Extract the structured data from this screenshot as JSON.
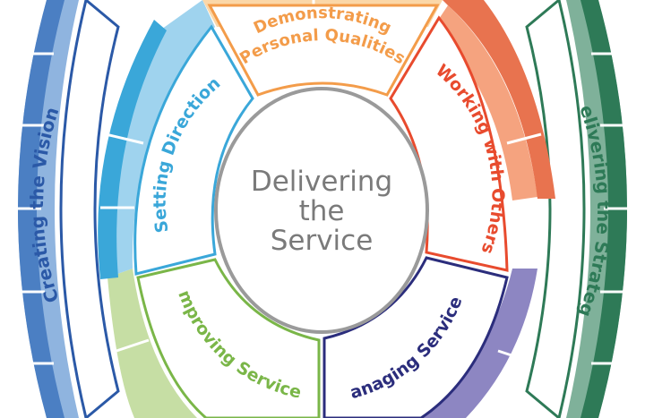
{
  "center": {
    "line1": "Delivering",
    "line2": "the",
    "line3": "Service"
  },
  "segments": {
    "demonstrating": {
      "line1": "Demonstrating",
      "line2": "Personal Qualities"
    },
    "working": "Working with Others",
    "managing": "Managing Services",
    "improving": "Improving Services",
    "setting": "Setting Direction"
  },
  "outer": {
    "left": "Creating the Vision",
    "right": "Delivering the Strategy"
  },
  "colors": {
    "orange": "#f39c4a",
    "orange_light": "#fbd7a8",
    "red": "#e84b2e",
    "salmon": "#f5a37f",
    "navy": "#2b2d7c",
    "purple": "#8d86c2",
    "green": "#7ab648",
    "green_light": "#c6dea4",
    "skyblue": "#3aa7d9",
    "skyblue_light": "#9fd3ee",
    "blue": "#4b7fc3",
    "blue_light": "#8fb4df",
    "teal": "#2e7a57",
    "teal_light": "#7fb19a",
    "center_gray": "#9a9a9a",
    "text_gray": "#7a7a7a"
  }
}
